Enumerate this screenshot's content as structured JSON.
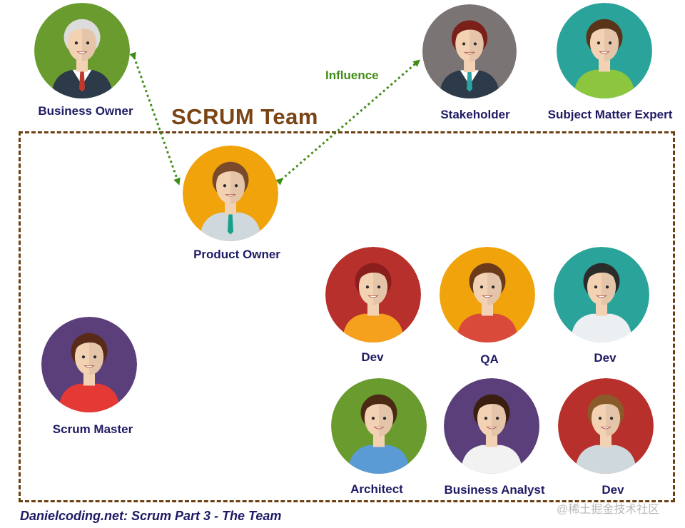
{
  "team_title": "SCRUM Team",
  "influence_label": "Influence",
  "footer": "Danielcoding.net: Scrum Part 3 - The Team",
  "watermark": "@稀土掘金技术社区",
  "colors": {
    "team_border": "#6b3f12",
    "title": "#7a4414",
    "label": "#1e1b64",
    "arrow": "#3f8c16"
  },
  "people": [
    {
      "key": "business-owner",
      "label": "Business Owner",
      "bg": "#6a9b2e",
      "skin": "#f3d2b4",
      "hair": "#dcdcdc",
      "shirt": "#ffffff",
      "suit": "#2c3a4a",
      "tie": "#c0392b"
    },
    {
      "key": "stakeholder",
      "label": "Stakeholder",
      "bg": "#7b7474",
      "skin": "#f3d2b4",
      "hair": "#7a1f1a",
      "shirt": "#ffffff",
      "suit": "#2c3a4a",
      "tie": "#2aa3a3"
    },
    {
      "key": "subject-matter-expert",
      "label": "Subject Matter Expert",
      "bg": "#2aa39a",
      "skin": "#f3d2b4",
      "hair": "#5a3418",
      "shirt": "#8cc63f",
      "suit": "#8cc63f",
      "tie": ""
    },
    {
      "key": "product-owner",
      "label": "Product Owner",
      "bg": "#f0a30a",
      "skin": "#f3d2b4",
      "hair": "#7a4a2a",
      "shirt": "#cfd8dc",
      "suit": "#cfd8dc",
      "tie": "#1aa08a"
    },
    {
      "key": "scrum-master",
      "label": "Scrum Master",
      "bg": "#5b3f7a",
      "skin": "#f3d2b4",
      "hair": "#5a2a18",
      "shirt": "#e53935",
      "suit": "#e53935",
      "tie": ""
    },
    {
      "key": "dev-1",
      "label": "Dev",
      "bg": "#b8302b",
      "skin": "#f3d2b4",
      "hair": "#8a1e1e",
      "shirt": "#f6a11e",
      "suit": "#f6a11e",
      "tie": ""
    },
    {
      "key": "qa",
      "label": "QA",
      "bg": "#f0a30a",
      "skin": "#f3d2b4",
      "hair": "#6a3a1a",
      "shirt": "#d94a3a",
      "suit": "#d94a3a",
      "tie": ""
    },
    {
      "key": "dev-2",
      "label": "Dev",
      "bg": "#2aa39a",
      "skin": "#f3d2b4",
      "hair": "#2b2b2b",
      "shirt": "#eceff1",
      "suit": "#eceff1",
      "tie": ""
    },
    {
      "key": "architect",
      "label": "Architect",
      "bg": "#6a9b2e",
      "skin": "#f3d2b4",
      "hair": "#4a2a14",
      "shirt": "#5b9bd5",
      "suit": "#5b9bd5",
      "tie": ""
    },
    {
      "key": "business-analyst",
      "label": "Business Analyst",
      "bg": "#5b3f7a",
      "skin": "#f3d2b4",
      "hair": "#3a1e10",
      "shirt": "#f2f2f2",
      "suit": "#f2f2f2",
      "tie": ""
    },
    {
      "key": "dev-3",
      "label": "Dev",
      "bg": "#b8302b",
      "skin": "#f3d2b4",
      "hair": "#8a5a2a",
      "shirt": "#cfd8dc",
      "suit": "#cfd8dc",
      "tie": ""
    }
  ]
}
